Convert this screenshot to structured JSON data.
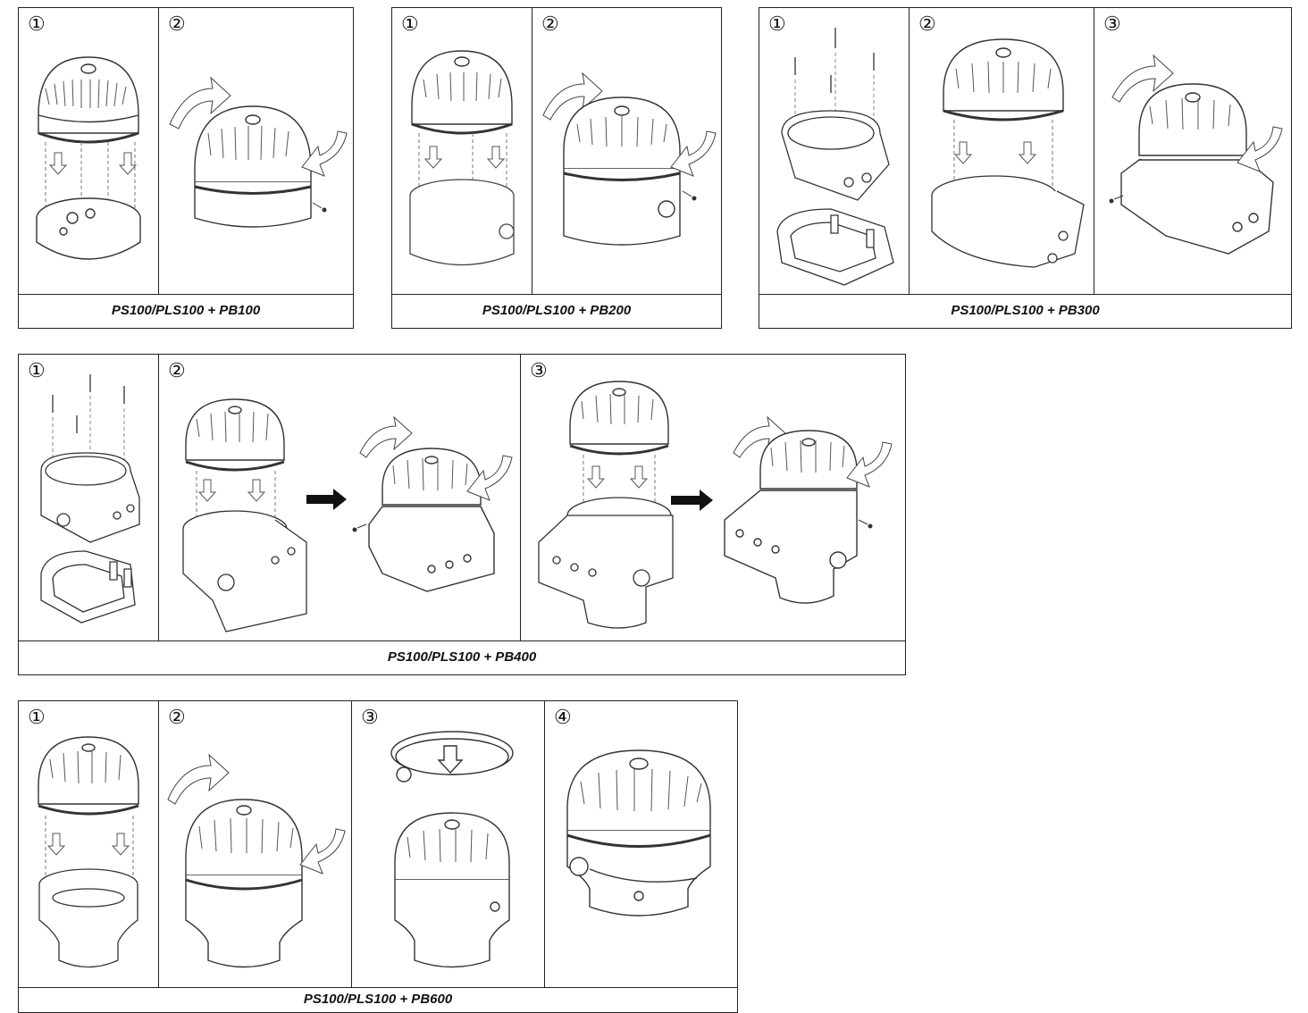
{
  "panels": [
    {
      "caption": "PS100/PLS100 + PB100",
      "steps": [
        "①",
        "②"
      ]
    },
    {
      "caption": "PS100/PLS100 + PB200",
      "steps": [
        "①",
        "②"
      ]
    },
    {
      "caption": "PS100/PLS100 + PB300",
      "steps": [
        "①",
        "②",
        "③"
      ]
    },
    {
      "caption": "PS100/PLS100 + PB400",
      "steps": [
        "①",
        "②",
        "③"
      ]
    },
    {
      "caption": "PS100/PLS100 + PB600",
      "steps": [
        "①",
        "②",
        "③",
        "④"
      ]
    }
  ],
  "icons": {
    "sounder": "sounder-head-icon",
    "base": "mounting-base-icon",
    "arrow": "rotate-arrow-icon"
  }
}
